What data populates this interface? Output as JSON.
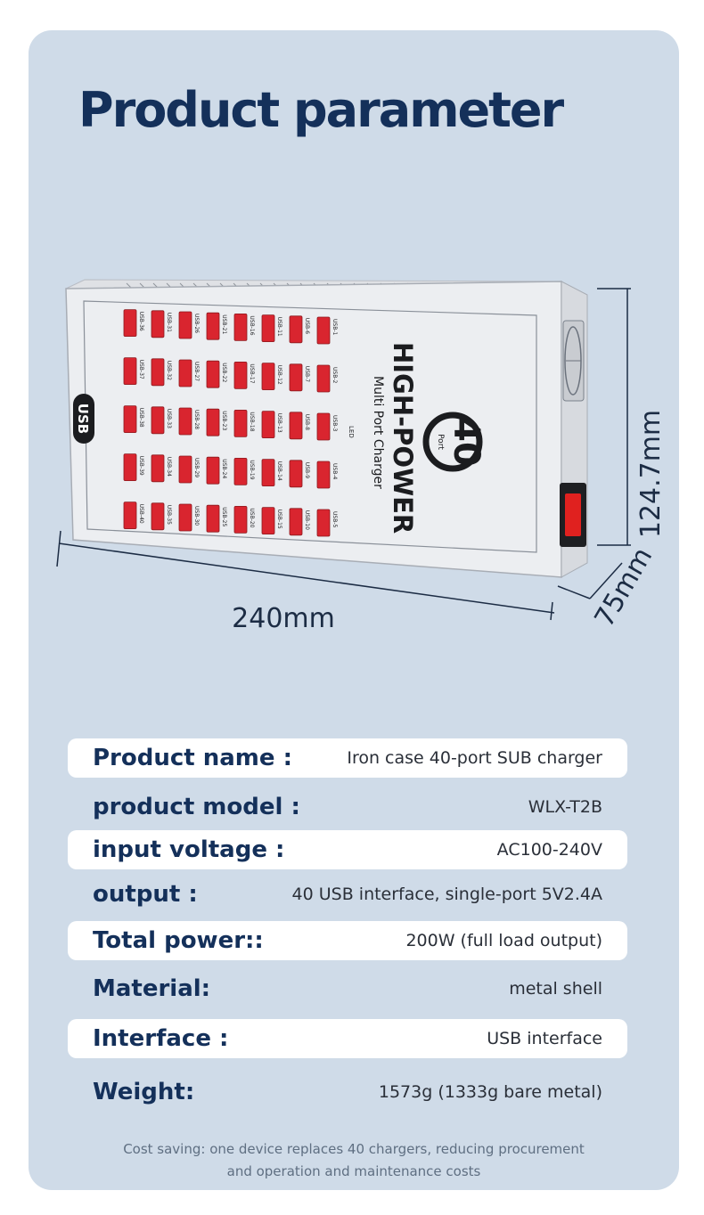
{
  "title": "Product parameter",
  "product": {
    "brand_line": "HIGH-POWER",
    "sub_line": "Multi Port Charger",
    "led_label": "LED",
    "badge_number": "40",
    "badge_word": "Port",
    "side_logo": "USB",
    "port_labels": [
      "USB-1",
      "USB-2",
      "USB-3",
      "USB-4",
      "USB-5",
      "USB-6",
      "USB-7",
      "USB-8",
      "USB-9",
      "USB-10",
      "USB-11",
      "USB-12",
      "USB-13",
      "USB-14",
      "USB-15",
      "USB-16",
      "USB-17",
      "USB-18",
      "USB-19",
      "USB-20",
      "USB-21",
      "USB-22",
      "USB-23",
      "USB-24",
      "USB-25",
      "USB-26",
      "USB-27",
      "USB-28",
      "USB-29",
      "USB-30",
      "USB-31",
      "USB-32",
      "USB-33",
      "USB-34",
      "USB-35",
      "USB-36",
      "USB-37",
      "USB-38",
      "USB-39",
      "USB-40"
    ],
    "colors": {
      "case": "#e8e9ec",
      "port": "#d9252f",
      "switch": "#e0211f",
      "title": "#14305a"
    }
  },
  "dimensions": {
    "length": "240mm",
    "height": "124.7mm",
    "depth": "75mm"
  },
  "params": [
    {
      "label": "Product name :",
      "value": "Iron case 40-port SUB charger"
    },
    {
      "label": "product model :",
      "value": "WLX-T2B"
    },
    {
      "label": "input voltage :",
      "value": "AC100-240V"
    },
    {
      "label": "output :",
      "value": "40 USB interface, single-port 5V2.4A"
    },
    {
      "label": "Total power::",
      "value": "200W (full load output)"
    },
    {
      "label": "Material:",
      "value": "metal shell"
    },
    {
      "label": "Interface :",
      "value": "USB interface"
    },
    {
      "label": "Weight:",
      "value": "1573g (1333g bare metal)"
    }
  ],
  "footer": {
    "line1": "Cost saving: one device replaces 40 chargers, reducing procurement",
    "line2": "and operation and maintenance costs"
  }
}
